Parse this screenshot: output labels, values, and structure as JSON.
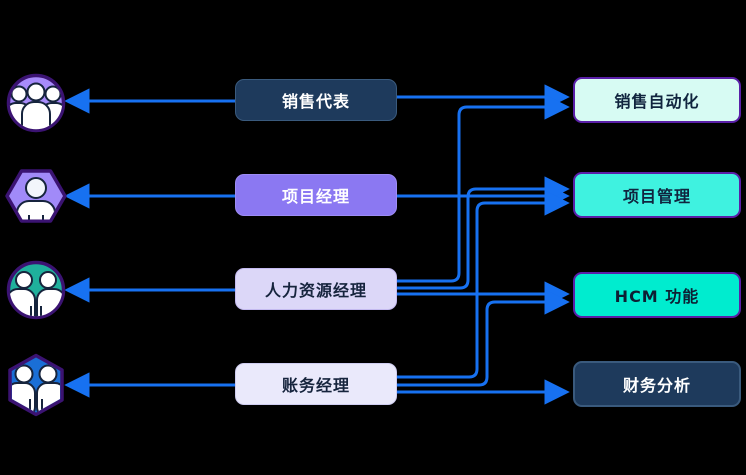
{
  "diagram": {
    "background": "#000000",
    "arrow_color": "#1771f1",
    "icon_border_color": "#3b1372",
    "rows": [
      {
        "persona_icon": "group-of-three-circle-icon",
        "role": {
          "label": "销售代表",
          "bg": "#1e3a5c",
          "border": "#3a5a7d",
          "text": "#ffffff"
        },
        "function": {
          "label": "销售自动化",
          "bg": "#d7fbf3",
          "border": "#5a1fa8",
          "text": "#10243e"
        }
      },
      {
        "persona_icon": "person-hexagon-icon",
        "role": {
          "label": "项目经理",
          "bg": "#8b78f2",
          "border": "#9d8cf4",
          "text": "#ffffff"
        },
        "function": {
          "label": "项目管理",
          "bg": "#3ff2e0",
          "border": "#5a1fa8",
          "text": "#10243e"
        }
      },
      {
        "persona_icon": "group-of-two-circle-icon",
        "role": {
          "label": "人力资源经理",
          "bg": "#dcd7f8",
          "border": "#c4baf0",
          "text": "#16243d"
        },
        "function": {
          "label": "HCM 功能",
          "bg": "#00eccf",
          "border": "#5a1fa8",
          "text": "#0d1f33"
        }
      },
      {
        "persona_icon": "group-of-two-hexagon-icon",
        "role": {
          "label": "账务经理",
          "bg": "#eae9fb",
          "border": "#cfcdf0",
          "text": "#16243d"
        },
        "function": {
          "label": "财务分析",
          "bg": "#1e3a5c",
          "border": "#3a5a7d",
          "text": "#ffffff"
        }
      }
    ],
    "connections": [
      {
        "from": "销售代表",
        "to": "销售自动化"
      },
      {
        "from": "项目经理",
        "to": "项目管理"
      },
      {
        "from": "人力资源经理",
        "to": "销售自动化"
      },
      {
        "from": "人力资源经理",
        "to": "项目管理"
      },
      {
        "from": "人力资源经理",
        "to": "HCM 功能"
      },
      {
        "from": "账务经理",
        "to": "项目管理"
      },
      {
        "from": "账务经理",
        "to": "HCM 功能"
      },
      {
        "from": "账务经理",
        "to": "财务分析"
      }
    ],
    "role_to_persona_arrows": [
      "销售代表",
      "项目经理",
      "人力资源经理",
      "账务经理"
    ]
  }
}
